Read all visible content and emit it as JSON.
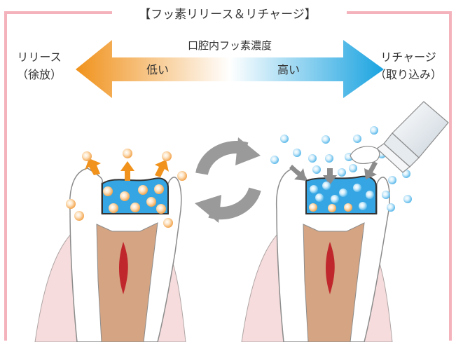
{
  "title": "【フッ素リリース＆リチャージ】",
  "gradient_label": "口腔内フッ素濃度",
  "low_label": "低い",
  "high_label": "高い",
  "left": {
    "line1": "リリース",
    "line2": "（徐放）"
  },
  "right": {
    "line1": "リチャージ",
    "line2": "（取り込み）"
  },
  "colors": {
    "frame": "#f4b3bc",
    "arrow_orange": "#f0921c",
    "arrow_blue": "#1aa3e0",
    "filling": "#35a6e3",
    "fluoride_orange": "#f4b56c",
    "fluoride_blue": "#7dcaf0",
    "cycle_gray": "#9a9a9a",
    "gum": "#f6dcdc",
    "pulp": "#d4a483",
    "nerve": "#c0272d"
  }
}
